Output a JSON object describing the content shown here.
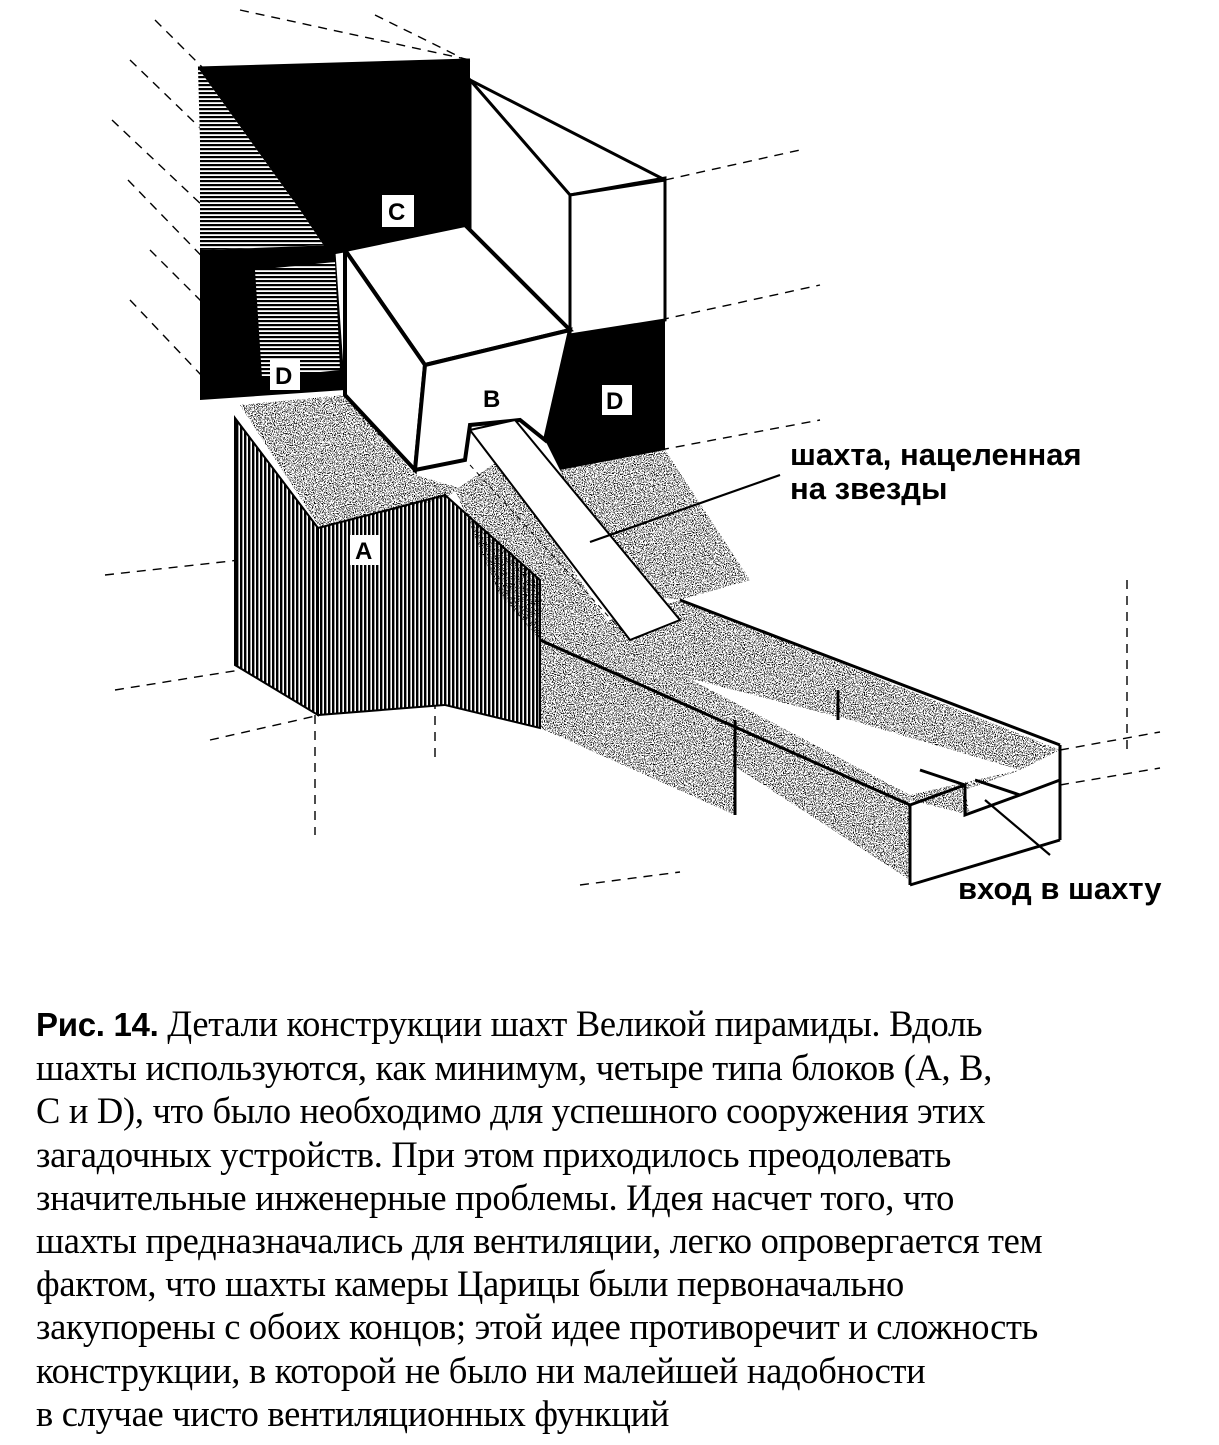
{
  "diagram": {
    "block_labels": {
      "a": "A",
      "b": "B",
      "c": "C",
      "d_left": "D",
      "d_right": "D"
    },
    "callouts": {
      "shaft": [
        "шахта, нацеленная",
        "на звезды"
      ],
      "entrance": "вход в шахту"
    }
  },
  "caption": {
    "figure_number": "Рис. 14.",
    "lines": [
      "Детали конструкции шахт Великой пирамиды. Вдоль",
      "шахты используются, как минимум, четыре типа блоков (А, В,",
      "С и D), что было необходимо для успешного сооружения этих",
      "загадочных устройств. При этом приходилось преодолевать",
      "значительные инженерные проблемы. Идея насчет того, что",
      "шахты предназначались для вентиляции, легко опровергается тем",
      "фактом, что шахты камеры Царицы были первоначально",
      "закупорены с обоих концов; этой идее противоречит и сложность",
      "конструкции, в которой не было ни малейшей надобности",
      "в случае чисто вентиляционных функций"
    ]
  }
}
